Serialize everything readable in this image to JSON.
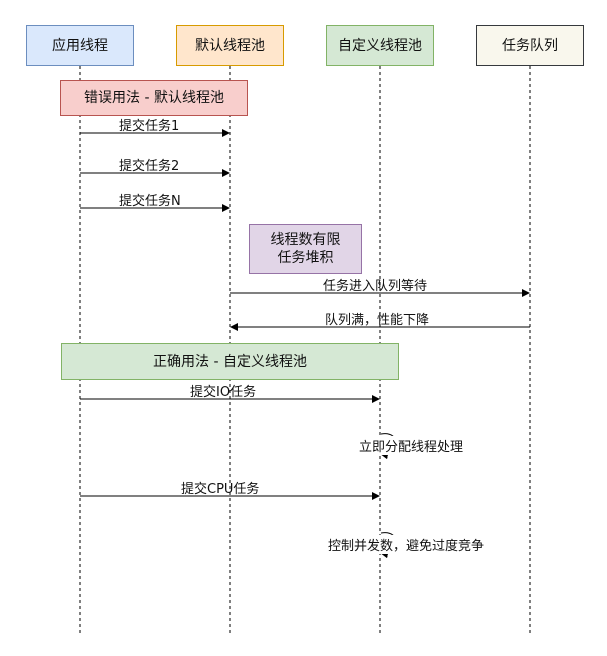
{
  "participants": [
    {
      "id": "app",
      "label": "应用线程",
      "fill": "#dae8fc",
      "stroke": "#6c8ebf"
    },
    {
      "id": "default_pool",
      "label": "默认线程池",
      "fill": "#ffe6cc",
      "stroke": "#d79b00"
    },
    {
      "id": "custom_pool",
      "label": "自定义线程池",
      "fill": "#d5e8d4",
      "stroke": "#82b366"
    },
    {
      "id": "queue",
      "label": "任务队列",
      "fill": "#f9f7ed",
      "stroke": "#36393d"
    }
  ],
  "notes": {
    "wrong_usage": {
      "label": "错误用法 - 默认线程池",
      "fill": "#f8cecc",
      "stroke": "#b85450"
    },
    "limited_threads": {
      "line1": "线程数有限",
      "line2": "任务堆积",
      "fill": "#e1d5e7",
      "stroke": "#9673a6"
    },
    "right_usage": {
      "label": "正确用法 - 自定义线程池",
      "fill": "#d5e8d4",
      "stroke": "#82b366"
    }
  },
  "messages": {
    "submit1": "提交任务1",
    "submit2": "提交任务2",
    "submitN": "提交任务N",
    "enqueue": "任务进入队列等待",
    "queue_full": "队列满，性能下降",
    "submit_io": "提交IO任务",
    "assign": "立即分配线程处理",
    "submit_cpu": "提交CPU任务",
    "control": "控制并发数，避免过度竞争"
  }
}
